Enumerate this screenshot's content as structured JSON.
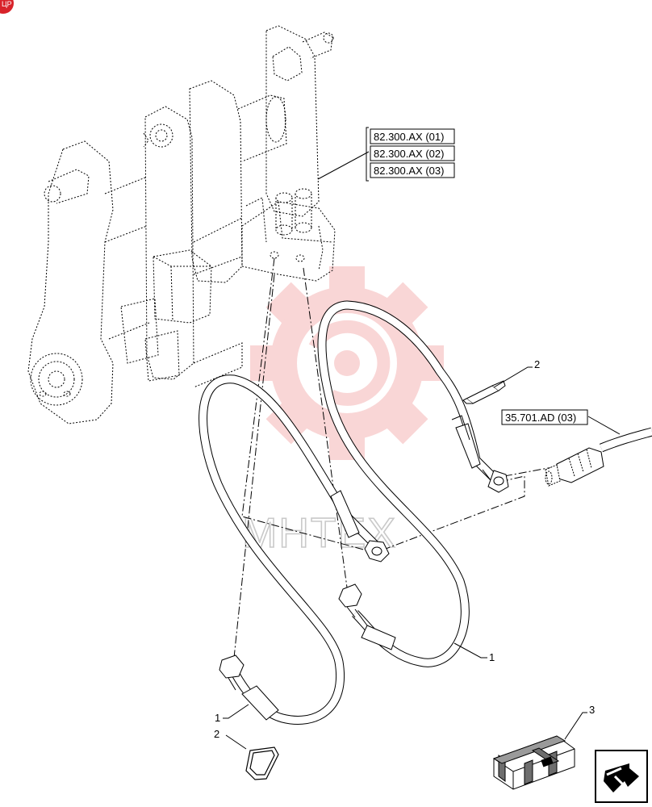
{
  "references": [
    {
      "id": "ref-82300ax-01",
      "label": "82.300.AX (01)"
    },
    {
      "id": "ref-82300ax-02",
      "label": "82.300.AX (02)"
    },
    {
      "id": "ref-82300ax-03",
      "label": "82.300.AX (03)"
    },
    {
      "id": "ref-35701ad-03",
      "label": "35.701.AD (03)"
    }
  ],
  "callouts": {
    "hose_right": "1",
    "hose_left": "1",
    "pin_upper": "2",
    "clip_lower": "2",
    "kit_box": "3"
  },
  "watermark": {
    "text": "MHTEX",
    "color": "#f5b5b5"
  },
  "icons": {
    "corner_logo": "brand-badge-icon",
    "nav": "return-arrow-icon"
  },
  "colors": {
    "line": "#000000",
    "watermark_gear": "#f5b5b5",
    "badge": "#d8232a"
  }
}
